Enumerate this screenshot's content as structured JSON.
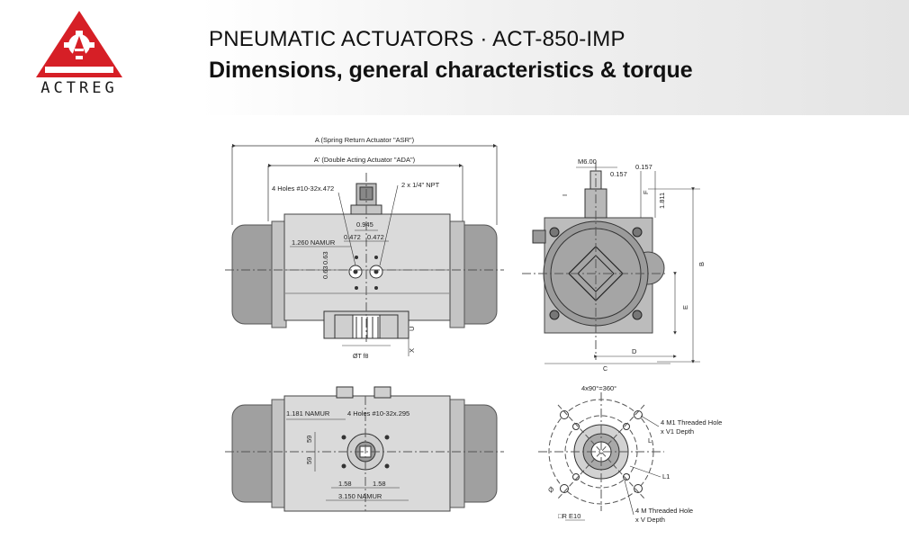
{
  "header": {
    "logo_text": "ACTREG",
    "title": "PNEUMATIC ACTUATORS · ACT-850-IMP",
    "subtitle": "Dimensions, general characteristics & torque"
  },
  "colors": {
    "brand_red": "#d61f26",
    "body_gray": "#9a9a9a",
    "light_gray": "#d8d8d8"
  },
  "front_view": {
    "dim_a": "A (Spring Return Actuator \"ASR\")",
    "dim_a_prime": "A' (Double Acting Actuator \"ADA\")",
    "holes": "4 Holes #10-32x.472",
    "npt": "2 x 1/4\" NPT",
    "d0945": "0.945",
    "d0472a": "0.472",
    "d0472b": "0.472",
    "namur": "1.260 NAMUR",
    "d063a": "0.63",
    "d063b": "0.63",
    "u": "U",
    "x": "X",
    "dia_t": "ØT f8"
  },
  "side_view": {
    "m600": "M6.00",
    "d0157a": "0.157",
    "d0157b": "0.157",
    "i": "I",
    "f": "F",
    "d1811": "1.811",
    "b": "B",
    "e": "E",
    "d": "D",
    "c": "C"
  },
  "bottom_view": {
    "namur": "1.181 NAMUR",
    "holes": "4 Holes #10-32x.295",
    "d59a": "59",
    "d59b": "59",
    "d158a": "1.58",
    "d158b": "1.58",
    "namur2": "3.150 NAMUR"
  },
  "flange_view": {
    "angle": "4x90°=360°",
    "m1_line1": "4 M1 Threaded Hole",
    "m1_line2": "x V1 Depth",
    "l": "L",
    "l1": "L1",
    "m_line1": "4 M Threaded Hole",
    "m_line2": "x V Depth",
    "re10": "□R E10",
    "diam": "Ø"
  }
}
